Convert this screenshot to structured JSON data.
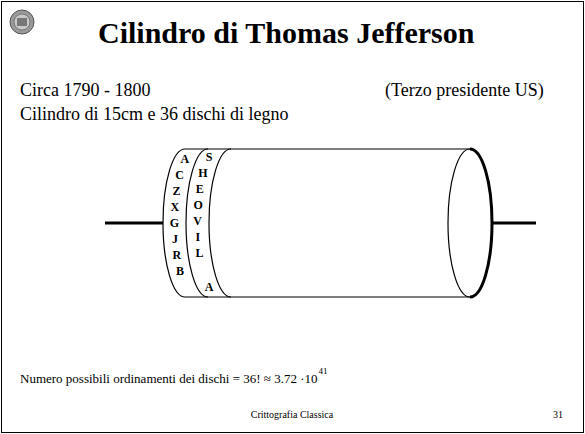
{
  "diagram": {
    "title": "Cilindro di Thomas Jefferson",
    "labels": [
      "Circa 1790 - 1800",
      "(Terzo presidente US)",
      "Cilindro di 15cm e 36 dischi di legno",
      "A",
      "C",
      "Z",
      "X",
      "G",
      "J",
      "R",
      "B",
      "S",
      "H",
      "E",
      "O",
      "V",
      "I",
      "L",
      "A",
      "Numero possibili ordinamenti dei dischi = 36! ≈ 3.72 ·10",
      "41",
      "Crittografia Classica",
      "31"
    ]
  }
}
